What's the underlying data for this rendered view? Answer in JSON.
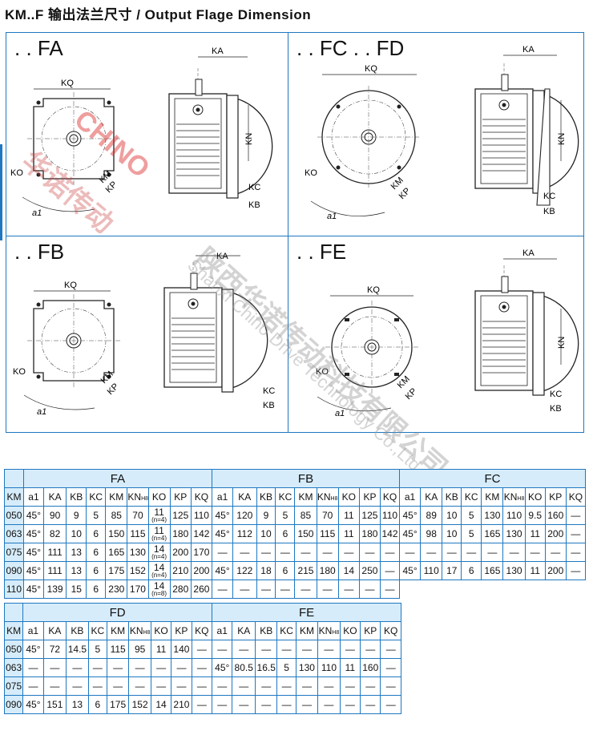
{
  "title": "KM..F 输出法兰尺寸 / Output Flage Dimension",
  "panels": {
    "fa": {
      "label": ". . FA"
    },
    "fc": {
      "label": ". . FC . . FD"
    },
    "fb": {
      "label": ". . FB"
    },
    "fe": {
      "label": ". . FE"
    }
  },
  "dim_labels": {
    "kq": "KQ",
    "ka": "KA",
    "kn": "KN",
    "ko": "KO",
    "km": "KM",
    "kp": "KP",
    "kc": "KC",
    "kb": "KB",
    "a1": "a1"
  },
  "watermarks": {
    "cn_red": "华诺传动",
    "brand": "CHINO",
    "cn_grey": "陕西华诺传动科技有限公司",
    "en": "Shanxi Chino Drive Technology Co.,Ltd"
  },
  "table1": {
    "groups": [
      "FA",
      "FB",
      "FC"
    ],
    "km_label": "KM",
    "headers_fa": [
      "a1",
      "KA",
      "KB",
      "KC",
      "KM",
      "KN",
      "KO",
      "KP",
      "KQ"
    ],
    "headers_fb": [
      "a1",
      "KA",
      "KB",
      "KC",
      "KM",
      "KN",
      "KO",
      "KP",
      "KQ"
    ],
    "headers_fc": [
      "a1",
      "KA",
      "KB",
      "KC",
      "KM",
      "KN",
      "KO",
      "KP",
      "KQ"
    ],
    "kn_sub": "H8",
    "rows": [
      {
        "km": "050",
        "fa": [
          "45°",
          "90",
          "9",
          "5",
          "85",
          "70",
          "11",
          "(n=4)",
          "125",
          "110"
        ],
        "fb": [
          "45°",
          "120",
          "9",
          "5",
          "85",
          "70",
          "11",
          "125",
          "110"
        ],
        "fc": [
          "45°",
          "89",
          "10",
          "5",
          "130",
          "110",
          "9.5",
          "160",
          "—"
        ]
      },
      {
        "km": "063",
        "fa": [
          "45°",
          "82",
          "10",
          "6",
          "150",
          "115",
          "11",
          "(n=4)",
          "180",
          "142"
        ],
        "fb": [
          "45°",
          "112",
          "10",
          "6",
          "150",
          "115",
          "11",
          "180",
          "142"
        ],
        "fc": [
          "45°",
          "98",
          "10",
          "5",
          "165",
          "130",
          "11",
          "200",
          "—"
        ]
      },
      {
        "km": "075",
        "fa": [
          "45°",
          "111",
          "13",
          "6",
          "165",
          "130",
          "14",
          "(n=4)",
          "200",
          "170"
        ],
        "fb": [
          "—",
          "—",
          "—",
          "—",
          "—",
          "—",
          "—",
          "—",
          "—"
        ],
        "fc": [
          "—",
          "—",
          "—",
          "—",
          "—",
          "—",
          "—",
          "—",
          "—"
        ]
      },
      {
        "km": "090",
        "fa": [
          "45°",
          "111",
          "13",
          "6",
          "175",
          "152",
          "14",
          "(n=4)",
          "210",
          "200"
        ],
        "fb": [
          "45°",
          "122",
          "18",
          "6",
          "215",
          "180",
          "14",
          "250",
          "—"
        ],
        "fc": [
          "45°",
          "110",
          "17",
          "6",
          "165",
          "130",
          "11",
          "200",
          "—"
        ]
      },
      {
        "km": "110",
        "fa": [
          "45°",
          "139",
          "15",
          "6",
          "230",
          "170",
          "14",
          "(n=8)",
          "280",
          "260"
        ],
        "fb": [
          "—",
          "—",
          "—",
          "—",
          "—",
          "—",
          "—",
          "—",
          "—"
        ],
        "fc": []
      }
    ]
  },
  "table2": {
    "groups": [
      "FD",
      "FE"
    ],
    "km_label": "KM",
    "headers_fd": [
      "a1",
      "KA",
      "KB",
      "KC",
      "KM",
      "KN",
      "KO",
      "KP",
      "KQ"
    ],
    "headers_fe": [
      "a1",
      "KA",
      "KB",
      "KC",
      "KM",
      "KN",
      "KO",
      "KP",
      "KQ"
    ],
    "rows": [
      {
        "km": "050",
        "fd": [
          "45°",
          "72",
          "14.5",
          "5",
          "115",
          "95",
          "11",
          "140",
          "—"
        ],
        "fe": [
          "—",
          "—",
          "—",
          "—",
          "—",
          "—",
          "—",
          "—",
          "—"
        ]
      },
      {
        "km": "063",
        "fd": [
          "—",
          "—",
          "—",
          "—",
          "—",
          "—",
          "—",
          "—",
          "—"
        ],
        "fe": [
          "45°",
          "80.5",
          "16.5",
          "5",
          "130",
          "110",
          "11",
          "160",
          "—"
        ]
      },
      {
        "km": "075",
        "fd": [
          "—",
          "—",
          "—",
          "—",
          "—",
          "—",
          "—",
          "—",
          "—"
        ],
        "fe": [
          "—",
          "—",
          "—",
          "—",
          "—",
          "—",
          "—",
          "—",
          "—"
        ]
      },
      {
        "km": "090",
        "fd": [
          "45°",
          "151",
          "13",
          "6",
          "175",
          "152",
          "14",
          "210",
          "—"
        ],
        "fe": [
          "—",
          "—",
          "—",
          "—",
          "—",
          "—",
          "—",
          "—",
          "—"
        ]
      }
    ]
  }
}
